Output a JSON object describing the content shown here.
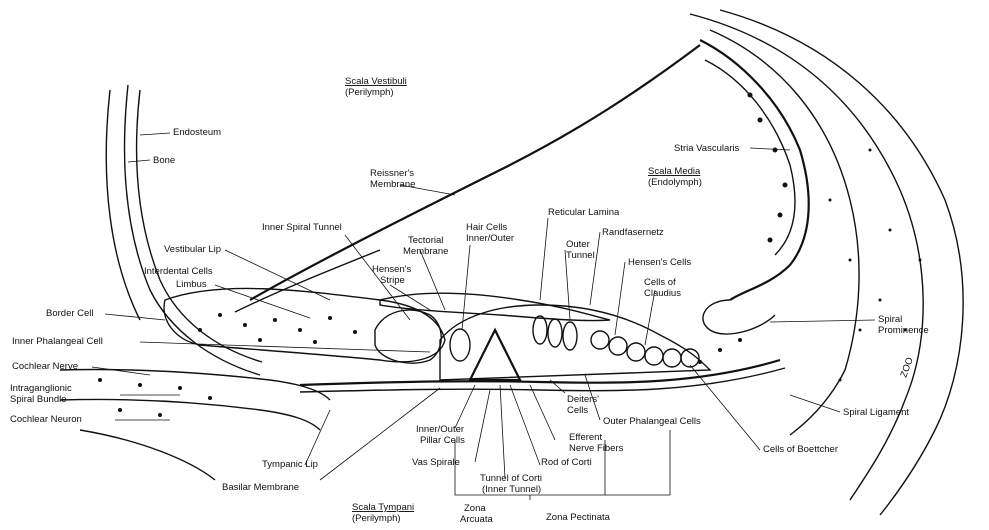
{
  "diagram": {
    "labels": {
      "scala_vestibuli": "Scala Vestibuli",
      "perilymph_top": "(Perilymph)",
      "endosteum": "Endosteum",
      "bone": "Bone",
      "reissners_membrane_1": "Reissner's",
      "reissners_membrane_2": "Membrane",
      "stria_vascularis": "Stria Vascularis",
      "scala_media": "Scala Media",
      "endolymph": "(Endolymph)",
      "reticular_lamina": "Reticular Lamina",
      "inner_spiral_tunnel": "Inner Spiral Tunnel",
      "hair_cells_1": "Hair Cells",
      "hair_cells_2": "Inner/Outer",
      "tectorial_membrane_1": "Tectorial",
      "tectorial_membrane_2": "Membrane",
      "outer_tunnel_1": "Outer",
      "outer_tunnel_2": "Tunnel",
      "randfasernetz": "Randfasernetz",
      "vestibular_lip": "Vestibular Lip",
      "hensens_stripe_1": "Hensen's",
      "hensens_stripe_2": "Stripe",
      "hensens_cells": "Hensen's Cells",
      "interdental_cells": "Interdental Cells",
      "limbus": "Limbus",
      "cells_of_claudius_1": "Cells of",
      "cells_of_claudius_2": "Claudius",
      "border_cell": "Border Cell",
      "inner_phalangeal_cell": "Inner Phalangeal Cell",
      "spiral_prominence_1": "Spiral",
      "spiral_prominence_2": "Prominence",
      "cochlear_nerve": "Cochlear Nerve",
      "intraganglionic_1": "Intraganglionic",
      "intraganglionic_2": "Spiral Bundle",
      "cochlear_neuron": "Cochlear Neuron",
      "deiters_cells_1": "Deiters'",
      "deiters_cells_2": "Cells",
      "outer_phalangeal_cells": "Outer Phalangeal Cells",
      "spiral_ligament": "Spiral Ligament",
      "pillar_cells_1": "Inner/Outer",
      "pillar_cells_2": "Pillar Cells",
      "efferent_1": "Efferent",
      "efferent_2": "Nerve Fibers",
      "cells_of_boettcher": "Cells of Boettcher",
      "tympanic_lip": "Tympanic Lip",
      "vas_spirale": "Vas Spirale",
      "rod_of_corti": "Rod of Corti",
      "tunnel_of_corti_1": "Tunnel of Corti",
      "tunnel_of_corti_2": "(Inner Tunnel)",
      "basilar_membrane": "Basilar Membrane",
      "scala_tympani": "Scala Tympani",
      "perilymph_bottom": "(Perilymph)",
      "zona_arcuata_1": "Zona",
      "zona_arcuata_2": "Arcuata",
      "zona_pectinata": "Zona Pectinata",
      "corner_mark": "ZOO"
    }
  }
}
